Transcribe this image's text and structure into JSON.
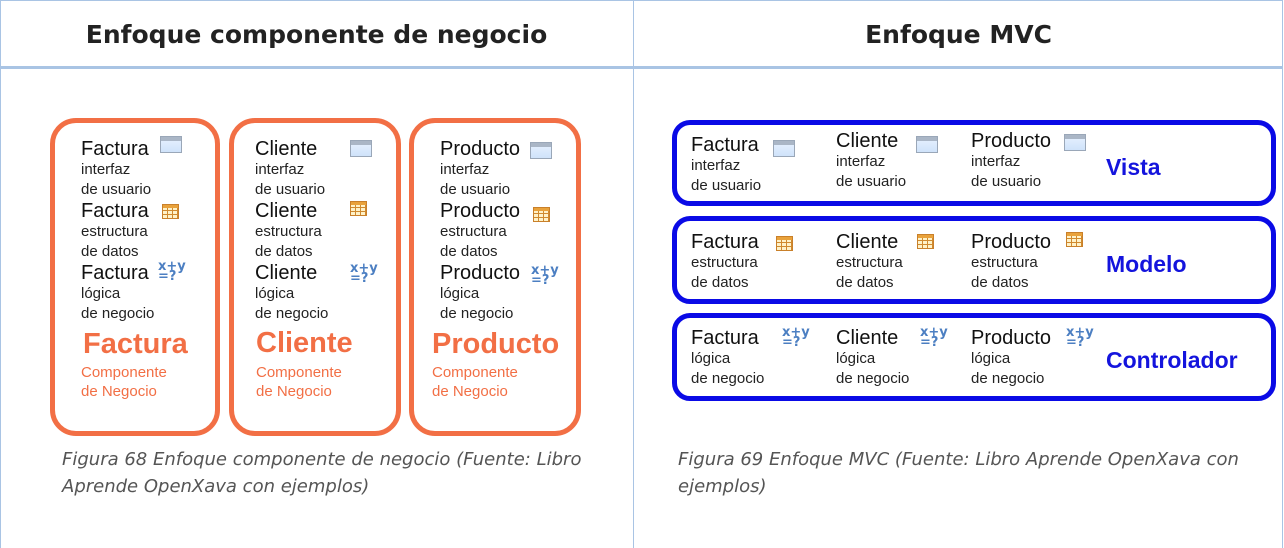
{
  "table": {
    "left_header": "Enfoque componente de negocio",
    "right_header": "Enfoque MVC",
    "left_caption": "Figura 68 Enfoque componente de negocio (Fuente: Libro Aprende OpenXava con ejemplos)",
    "right_caption": "Figura 69 Enfoque MVC (Fuente: Libro Aprende OpenXava con ejemplos)"
  },
  "icons": {
    "view": "window-icon",
    "model": "table-grid-icon",
    "logic": "formula-xy-icon",
    "xy_top": "x+y",
    "xy_bottom": "=?"
  },
  "colors": {
    "component": "#f26f45",
    "mvc": "#0a0ae6",
    "mvc_label": "#1414dd",
    "grid": "#a9c4e4"
  },
  "component": {
    "cards": [
      {
        "entries": [
          {
            "name": "Factura",
            "line1": "interfaz",
            "line2": "de usuario"
          },
          {
            "name": "Factura",
            "line1": "estructura",
            "line2": "de datos"
          },
          {
            "name": "Factura",
            "line1": "lógica",
            "line2": "de negocio"
          }
        ],
        "title": "Factura",
        "sub1": "Componente",
        "sub2": "de Negocio"
      },
      {
        "entries": [
          {
            "name": "Cliente",
            "line1": "interfaz",
            "line2": "de usuario"
          },
          {
            "name": "Cliente",
            "line1": "estructura",
            "line2": "de datos"
          },
          {
            "name": "Cliente",
            "line1": "lógica",
            "line2": "de negocio"
          }
        ],
        "title": "Cliente",
        "sub1": "Componente",
        "sub2": "de Negocio"
      },
      {
        "entries": [
          {
            "name": "Producto",
            "line1": "interfaz",
            "line2": "de usuario"
          },
          {
            "name": "Producto",
            "line1": "estructura",
            "line2": "de datos"
          },
          {
            "name": "Producto",
            "line1": "lógica",
            "line2": "de negocio"
          }
        ],
        "title": "Producto",
        "sub1": "Componente",
        "sub2": "de Negocio"
      }
    ]
  },
  "mvc": {
    "rows": [
      {
        "label": "Vista",
        "cells": [
          {
            "name": "Factura",
            "line1": "interfaz",
            "line2": "de usuario"
          },
          {
            "name": "Cliente",
            "line1": "interfaz",
            "line2": "de usuario"
          },
          {
            "name": "Producto",
            "line1": "interfaz",
            "line2": "de usuario"
          }
        ]
      },
      {
        "label": "Modelo",
        "cells": [
          {
            "name": "Factura",
            "line1": "estructura",
            "line2": "de datos"
          },
          {
            "name": "Cliente",
            "line1": "estructura",
            "line2": "de datos"
          },
          {
            "name": "Producto",
            "line1": "estructura",
            "line2": "de datos"
          }
        ]
      },
      {
        "label": "Controlador",
        "cells": [
          {
            "name": "Factura",
            "line1": "lógica",
            "line2": "de negocio"
          },
          {
            "name": "Cliente",
            "line1": "lógica",
            "line2": "de negocio"
          },
          {
            "name": "Producto",
            "line1": "lógica",
            "line2": "de negocio"
          }
        ]
      }
    ]
  }
}
